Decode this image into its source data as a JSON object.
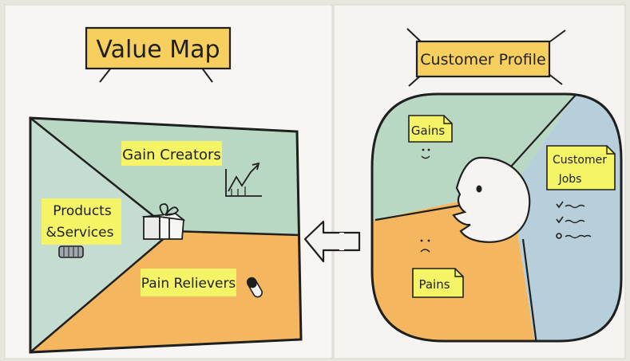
{
  "colors": {
    "paper": "#f7f6f2",
    "green": "#bcd9c6",
    "orange": "#f4b760",
    "blue": "#b7cfdb",
    "highlight": "#f4f466",
    "title_fill": "#f6cf5e",
    "ink": "#1f1f1f"
  },
  "value_map": {
    "title": "Value Map",
    "gain_creators": "Gain Creators",
    "products_services_line1": "Products",
    "products_services_line2": "&Services",
    "pain_relievers": "Pain Relievers"
  },
  "customer_profile": {
    "title": "Customer Profile",
    "gains": "Gains",
    "customer_jobs_line1": "Customer",
    "customer_jobs_line2": "Jobs",
    "pains": "Pains"
  },
  "icons": [
    "gift-icon",
    "growth-chart-icon",
    "bandage-icon",
    "pill-icon",
    "arrow-left-icon",
    "smiling-face-icon",
    "checklist-icon"
  ]
}
